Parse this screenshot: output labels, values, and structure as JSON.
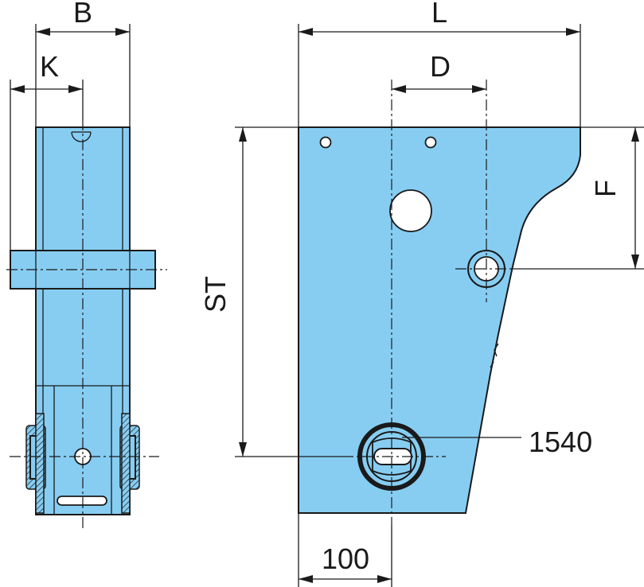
{
  "labels": {
    "b": "B",
    "k": "K",
    "l": "L",
    "d": "D",
    "f": "F",
    "st": "ST",
    "callout": "1540",
    "offset": "100"
  },
  "colors": {
    "part_fill": "#87cdf2",
    "line": "#1a1a1a",
    "background": "#ffffff"
  }
}
